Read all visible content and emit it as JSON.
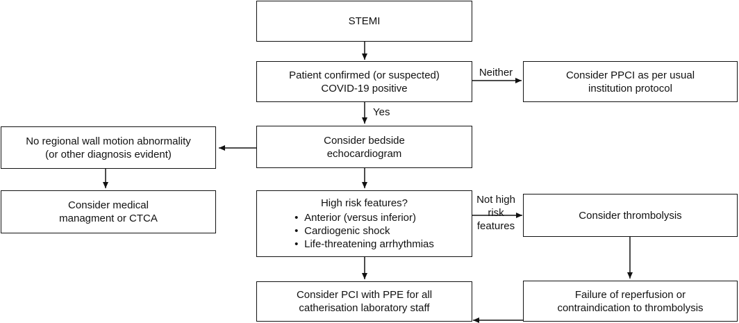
{
  "boxes": {
    "stemi": [
      "STEMI"
    ],
    "covid": [
      "Patient confirmed (or suspected)",
      "COVID-19 positive"
    ],
    "ppci": [
      "Consider PPCI as per usual",
      "institution protocol"
    ],
    "echo": [
      "Consider bedside",
      "echocardiogram"
    ],
    "no_rwma": [
      "No regional wall motion abnormality",
      "(or other diagnosis evident)"
    ],
    "medical": [
      "Consider medical",
      "managment or CTCA"
    ],
    "high_risk": {
      "title": "High risk features?",
      "items": [
        "Anterior (versus inferior)",
        "Cardiogenic shock",
        "Life-threatening arrhythmias"
      ]
    },
    "thrombolysis": [
      "Consider thrombolysis"
    ],
    "pci_ppe": [
      "Consider PCI with PPE for all",
      "catherisation laboratory staff"
    ],
    "failure": [
      "Failure of reperfusion or",
      "contraindication to thrombolysis"
    ]
  },
  "labels": {
    "neither": "Neither",
    "yes": "Yes",
    "not_high_risk": [
      "Not high",
      "risk",
      "features"
    ]
  }
}
